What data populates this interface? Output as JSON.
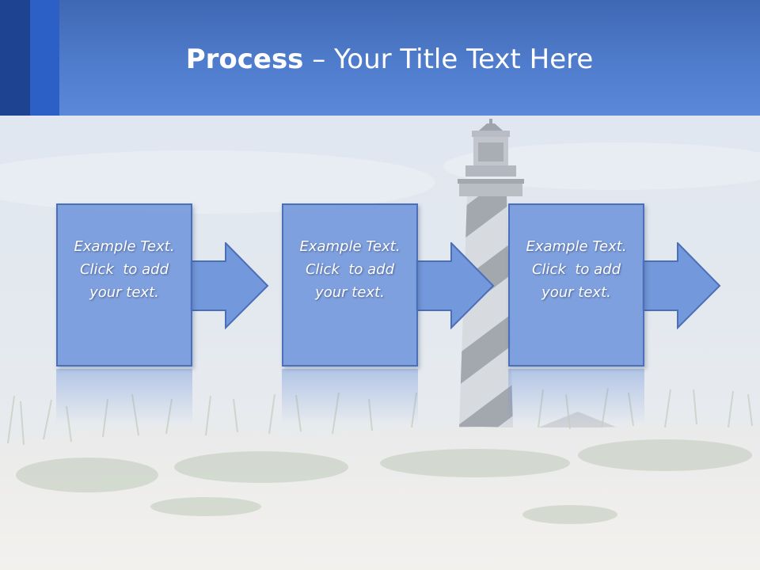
{
  "slide": {
    "title_bold": "Process",
    "title_rest": " – Your Title Text Here",
    "colors": {
      "header": "#4f7ccc",
      "header_stripe_dark": "#1d4391",
      "header_stripe_mid": "#2c60c6",
      "box_fill": "#7398db",
      "box_border": "#4b6fb8"
    }
  },
  "steps": [
    {
      "line1": "Example Text.",
      "line2": "Click  to add",
      "line3": "your text."
    },
    {
      "line1": "Example Text.",
      "line2": "Click  to add",
      "line3": "your text."
    },
    {
      "line1": "Example Text.",
      "line2": "Click  to add",
      "line3": "your text."
    }
  ],
  "background": {
    "scene": "lighthouse-on-dunes"
  }
}
